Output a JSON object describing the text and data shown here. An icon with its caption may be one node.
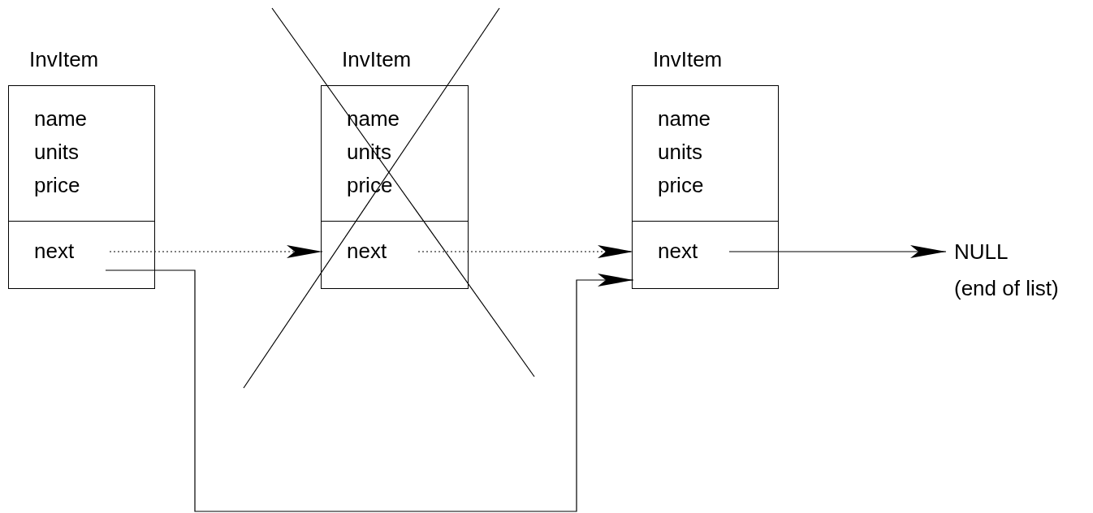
{
  "diagram": {
    "nodes": [
      {
        "text": [
          "InvItem"
        ]
      },
      {
        "text": [
          "name units price"
        ],
        "in": 0
      },
      {
        "text": [
          "next"
        ],
        "in": 0
      },
      {
        "text": [
          "InvItem"
        ]
      },
      {
        "text": [
          "name units price"
        ],
        "in": 3
      },
      {
        "text": [
          "next"
        ],
        "in": 3
      },
      {
        "text": [
          "InvItem"
        ]
      },
      {
        "text": [
          "name units price"
        ],
        "in": 6
      },
      {
        "text": [
          "next"
        ],
        "in": 6
      },
      {
        "text": [
          "NULL",
          "(end of list)"
        ]
      }
    ],
    "edges": [
      {
        "from": 2,
        "to": 5,
        "arrow": "to",
        "style": "dashed"
      },
      {
        "from": 5,
        "to": 8,
        "arrow": "to",
        "style": "dashed"
      },
      {
        "from": 2,
        "to": 8,
        "arrow": "to"
      },
      {
        "from": 8,
        "to": 9,
        "arrow": "to"
      }
    ]
  }
}
